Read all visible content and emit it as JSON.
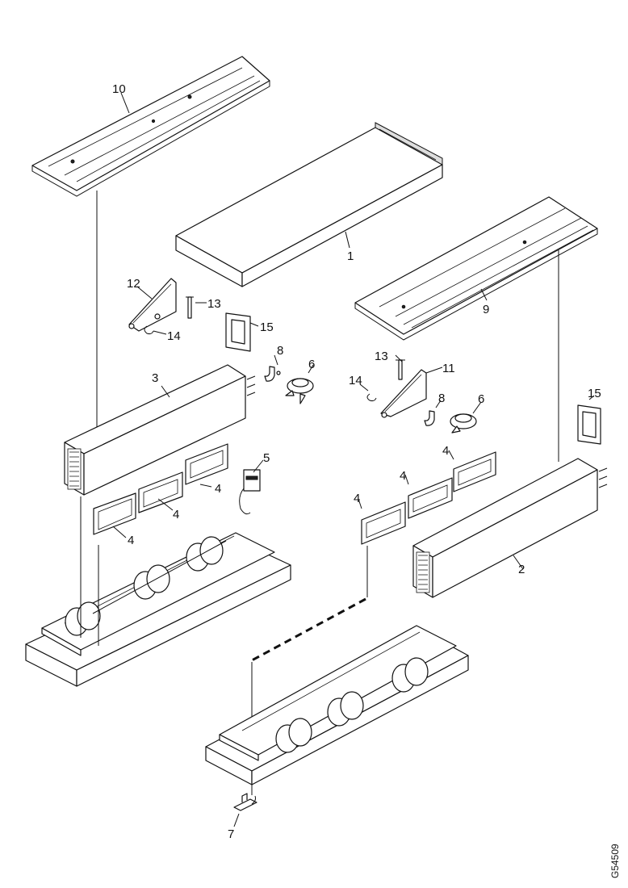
{
  "callouts": {
    "c1": "1",
    "c2": "2",
    "c3": "3",
    "c4a": "4",
    "c4b": "4",
    "c4c": "4",
    "c4d": "4",
    "c4e": "4",
    "c4f": "4",
    "c5": "5",
    "c6a": "6",
    "c6b": "6",
    "c7": "7",
    "c8a": "8",
    "c8b": "8",
    "c9": "9",
    "c10": "10",
    "c11": "11",
    "c12": "12",
    "c13a": "13",
    "c13b": "13",
    "c14a": "14",
    "c14b": "14",
    "c15a": "15",
    "c15b": "15"
  },
  "figure_code": "G54509"
}
